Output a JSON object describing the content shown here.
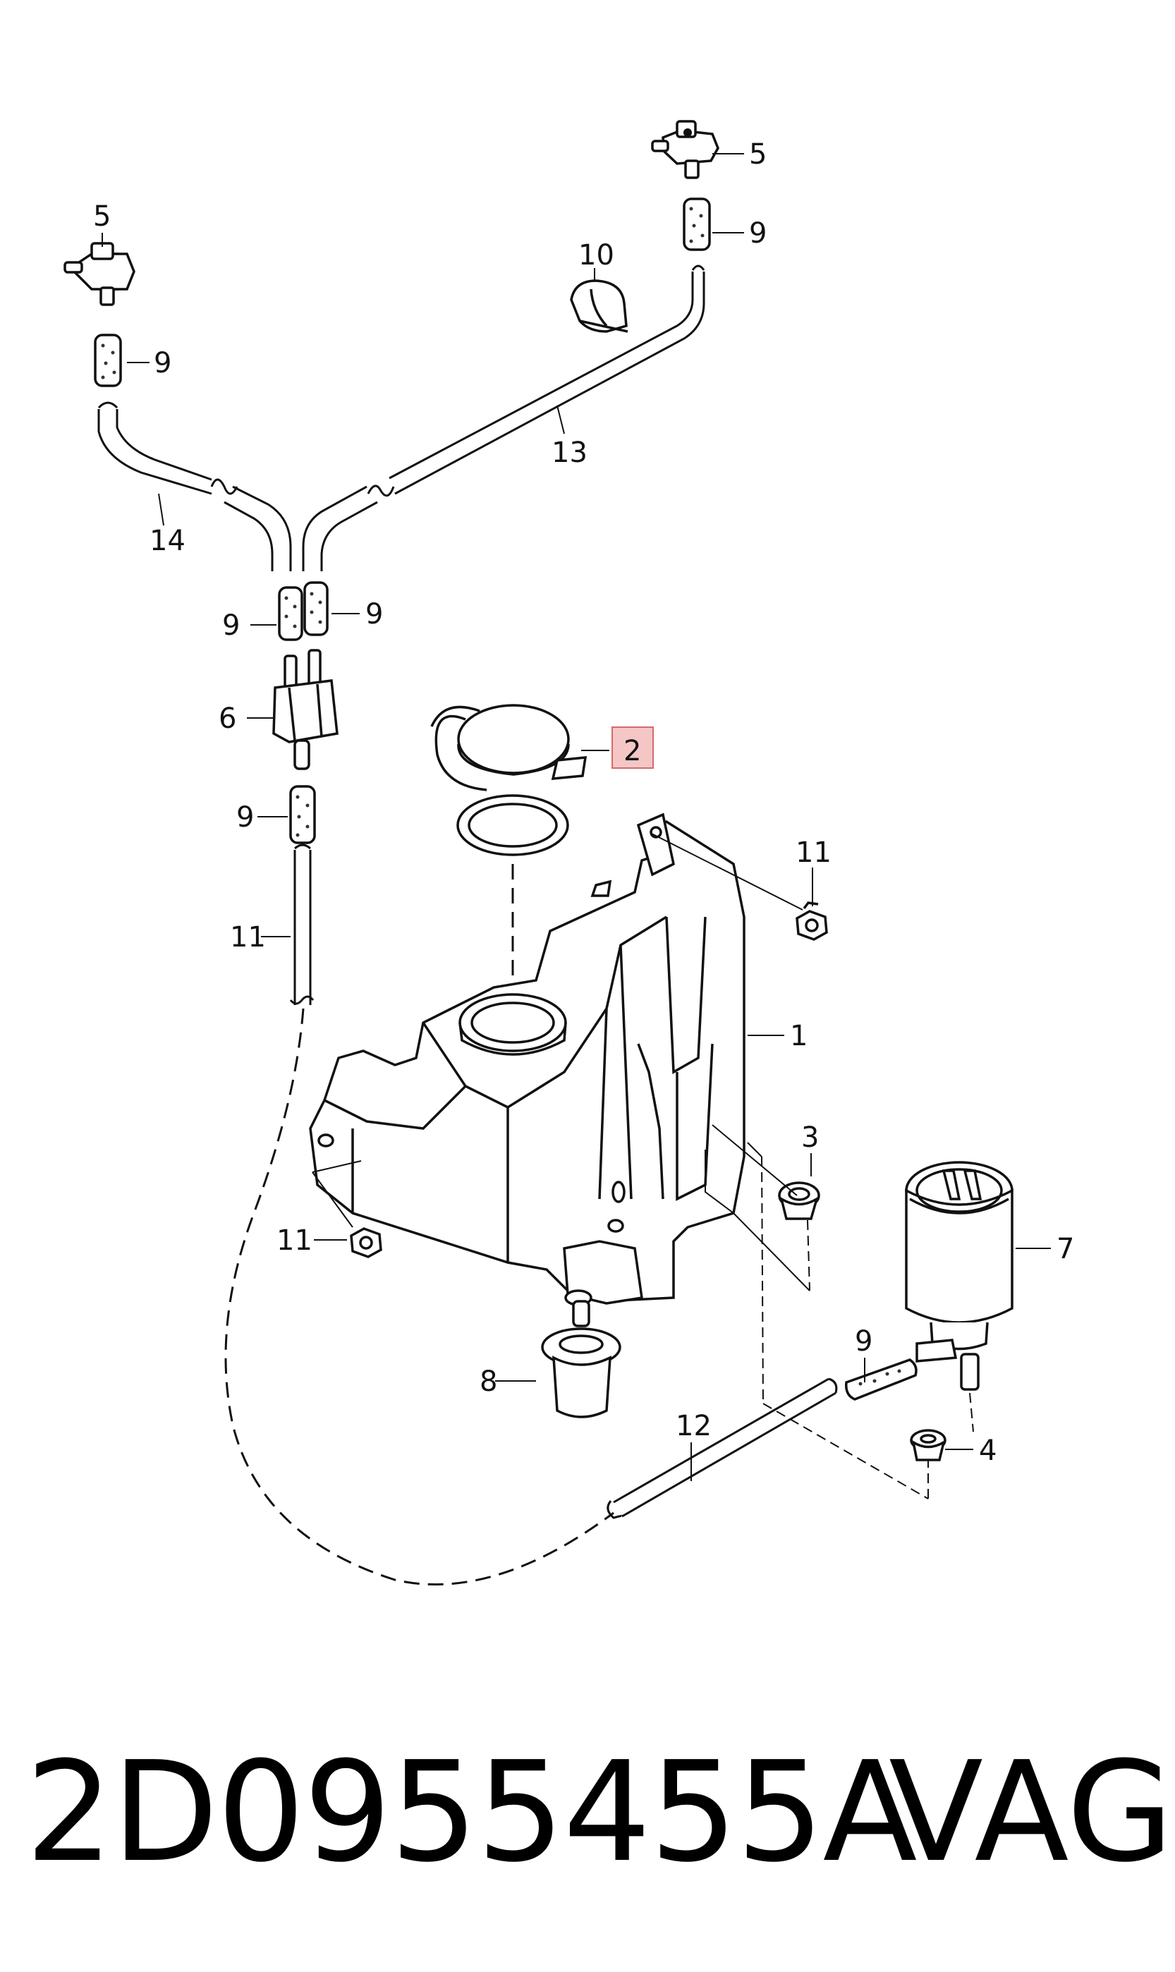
{
  "diagram": {
    "labels": {
      "c1": "1",
      "c2": "2",
      "c3": "3",
      "c4": "4",
      "c5a": "5",
      "c5b": "5",
      "c6": "6",
      "c7": "7",
      "c8": "8",
      "c9a": "9",
      "c9b": "9",
      "c9c": "9",
      "c9d": "9",
      "c9e": "9",
      "c9f": "9",
      "c10": "10",
      "c11a": "11",
      "c11b": "11",
      "c11c": "11",
      "c12": "12",
      "c13": "13",
      "c14": "14"
    },
    "highlight_color": "#f4c6c6",
    "highlight_border": "#d46a6a"
  },
  "footer": {
    "part_number": "2D0955455A",
    "brand": "VAG"
  }
}
